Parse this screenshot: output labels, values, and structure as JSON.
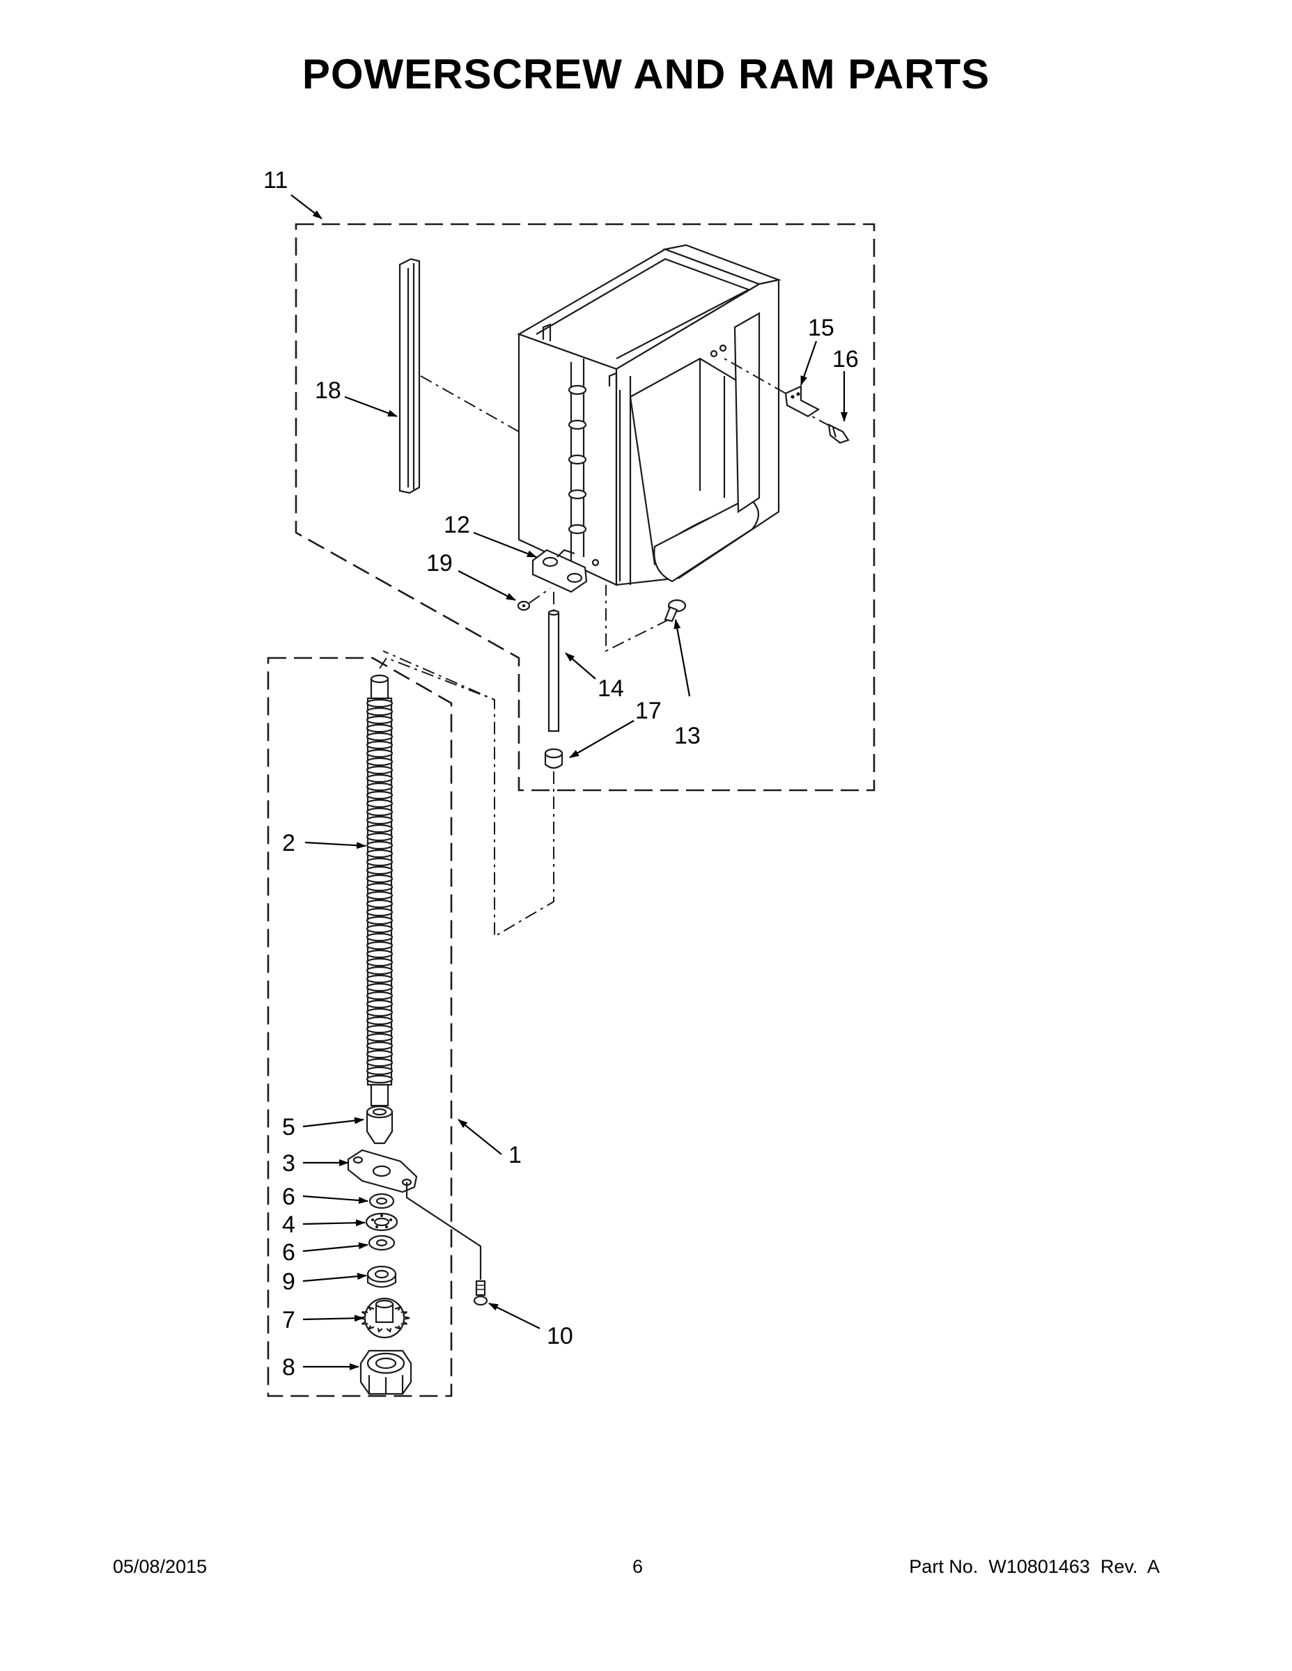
{
  "title": "POWERSCREW AND RAM PARTS",
  "callouts": {
    "c1": "1",
    "c2": "2",
    "c3": "3",
    "c4": "4",
    "c5": "5",
    "c6a": "6",
    "c6b": "6",
    "c7": "7",
    "c8": "8",
    "c9": "9",
    "c10": "10",
    "c11": "11",
    "c12": "12",
    "c13": "13",
    "c14": "14",
    "c15": "15",
    "c16": "16",
    "c17": "17",
    "c18": "18",
    "c19": "19"
  },
  "footer": {
    "date": "05/08/2015",
    "page": "6",
    "part_no": "Part No.  W10801463  Rev.  A"
  }
}
